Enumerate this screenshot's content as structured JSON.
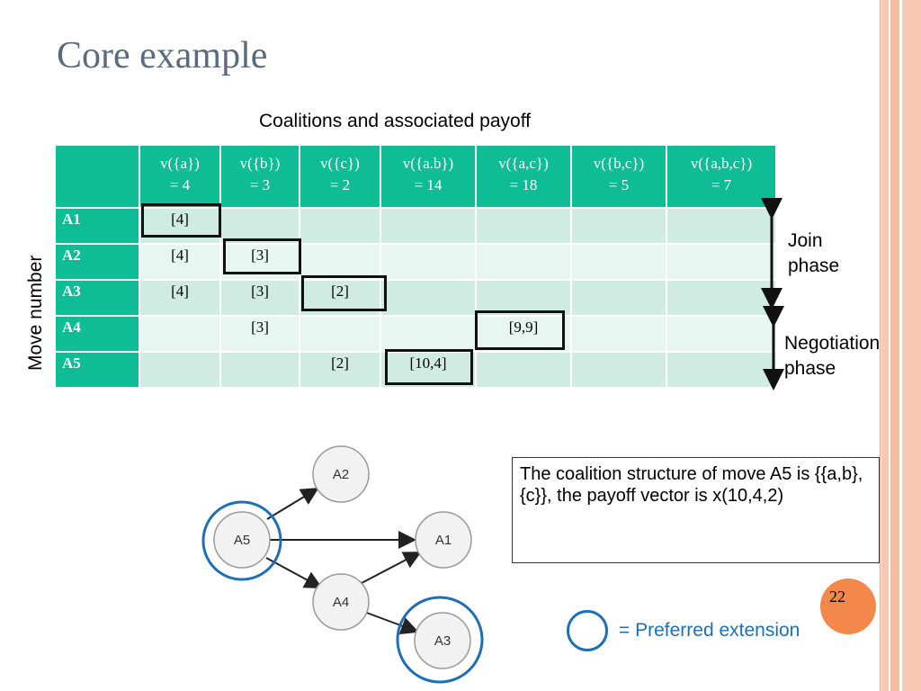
{
  "title": "Core example",
  "subtitle": "Coalitions and associated payoff",
  "side_label": "Move number",
  "table": {
    "headers": [
      {
        "line1": "v({a})",
        "line2": "= 4"
      },
      {
        "line1": "v({b})",
        "line2": "= 3"
      },
      {
        "line1": "v({c})",
        "line2": "= 2"
      },
      {
        "line1": "v({a.b})",
        "line2": "= 14"
      },
      {
        "line1": "v({a,c})",
        "line2": "= 18"
      },
      {
        "line1": "v({b,c})",
        "line2": "= 5"
      },
      {
        "line1": "v({a,b,c})",
        "line2": "= 7"
      }
    ],
    "rows": [
      {
        "label": "A1",
        "cells": [
          "[4]",
          "",
          "",
          "",
          "",
          "",
          ""
        ]
      },
      {
        "label": "A2",
        "cells": [
          "[4]",
          "[3]",
          "",
          "",
          "",
          "",
          ""
        ]
      },
      {
        "label": "A3",
        "cells": [
          "[4]",
          "[3]",
          "[2]",
          "",
          "",
          "",
          ""
        ]
      },
      {
        "label": "A4",
        "cells": [
          "",
          "[3]",
          "",
          "",
          "[9,9]",
          "",
          ""
        ]
      },
      {
        "label": "A5",
        "cells": [
          "",
          "",
          "[2]",
          "[10,4]",
          "",
          "",
          ""
        ]
      }
    ]
  },
  "phases": {
    "join": {
      "line1": "Join",
      "line2": "phase"
    },
    "negotiation": {
      "line1": "Negotiation",
      "line2": "phase"
    }
  },
  "graph": {
    "nodes": [
      "A2",
      "A5",
      "A1",
      "A4",
      "A3"
    ],
    "edge_color": "#222222",
    "highlight_color": "#1f6fb6"
  },
  "info_text": "The coalition structure of move A5 is {{a,b}, {c}}, the payoff vector is x(10,4,2)",
  "page_number": "22",
  "legend": "= Preferred extension",
  "colors": {
    "table_header": "#0ebc95",
    "row_odd": "#d0ebe2",
    "row_even": "#e8f6f1",
    "title": "#5a6b7e",
    "page_badge": "#f4874a",
    "stripes": "#f9c8b4"
  }
}
